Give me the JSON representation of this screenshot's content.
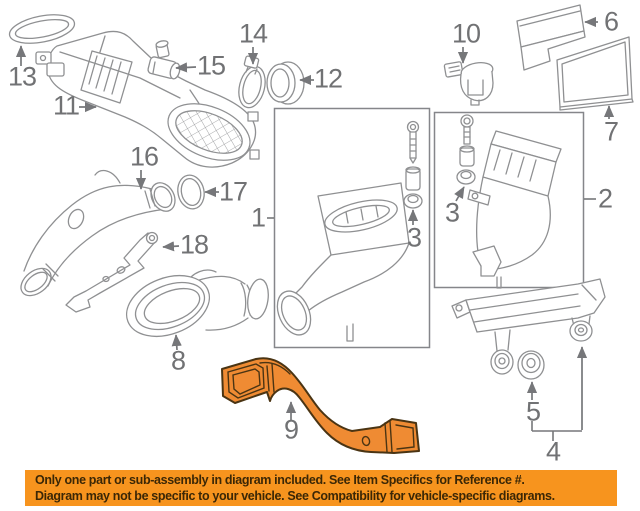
{
  "banner": {
    "line1": "Only one part or sub-assembly in diagram included. See Item Specifics for Reference #.",
    "line2": "Diagram may not be specific to your vehicle. See Compatibility for vehicle-specific diagrams.",
    "bg_color": "#F7941E",
    "text_color": "#3B2706"
  },
  "diagram": {
    "background_color": "#FFFFFF",
    "line_color": "#8F9092",
    "callout_color": "#717274",
    "highlight_color": "#EF8B33",
    "highlighted_ref": "9"
  },
  "callouts": {
    "c1": "1",
    "c2": "2",
    "c3a": "3",
    "c3b": "3",
    "c4": "4",
    "c5": "5",
    "c6": "6",
    "c7": "7",
    "c8": "8",
    "c9": "9",
    "c10": "10",
    "c11": "11",
    "c12": "12",
    "c13": "13",
    "c14": "14",
    "c15": "15",
    "c16": "16",
    "c17": "17",
    "c18": "18"
  }
}
